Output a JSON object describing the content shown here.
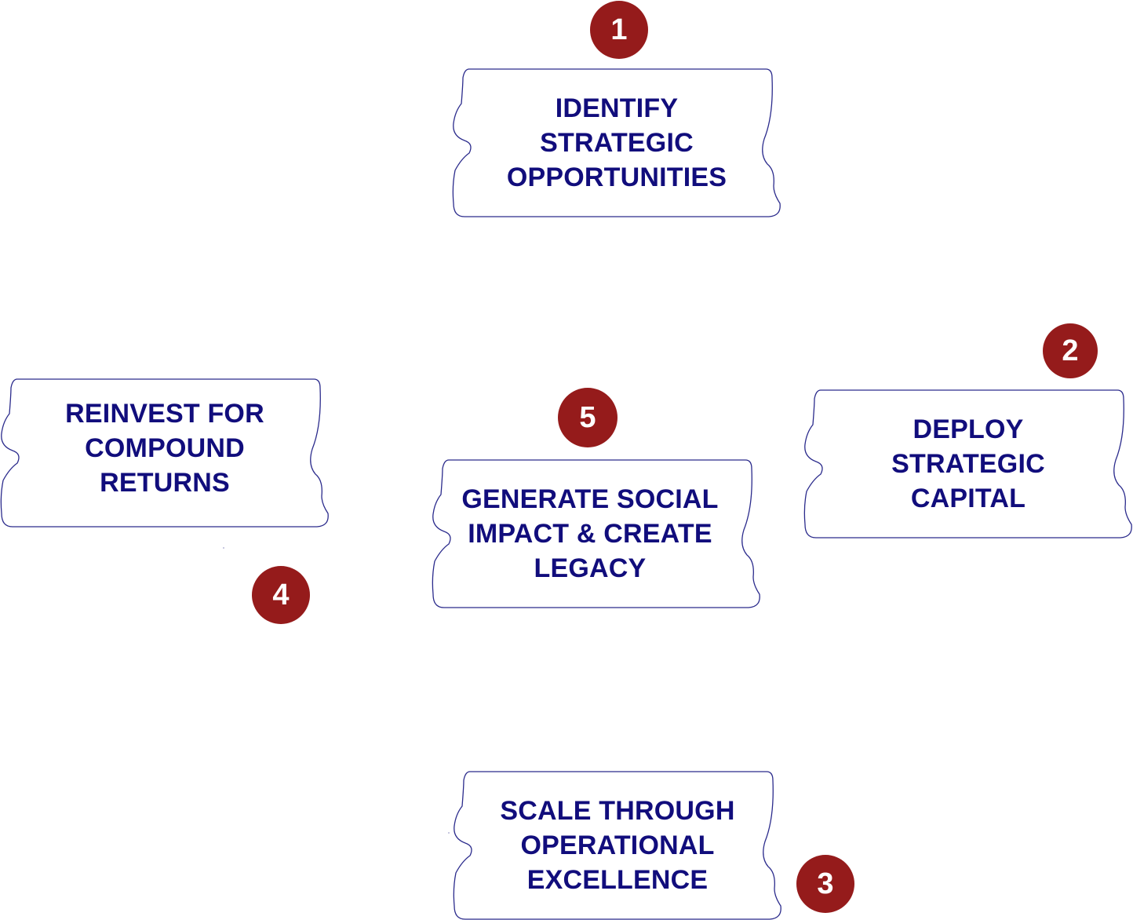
{
  "diagram": {
    "type": "process-cycle",
    "colors": {
      "badge_fill": "#951b1b",
      "badge_text": "#ffffff",
      "card_text": "#110d7c",
      "card_outline": "#2b2b8c",
      "background": "#ffffff"
    },
    "steps": [
      {
        "number": "1",
        "lines": [
          "IDENTIFY",
          "STRATEGIC",
          "OPPORTUNITIES"
        ]
      },
      {
        "number": "2",
        "lines": [
          "DEPLOY",
          "STRATEGIC",
          "CAPITAL"
        ]
      },
      {
        "number": "3",
        "lines": [
          "SCALE THROUGH",
          "OPERATIONAL",
          "EXCELLENCE"
        ]
      },
      {
        "number": "4",
        "lines": [
          "REINVEST FOR",
          "COMPOUND",
          "RETURNS"
        ]
      },
      {
        "number": "5",
        "lines": [
          "GENERATE SOCIAL",
          "IMPACT & CREATE",
          "LEGACY"
        ]
      }
    ]
  }
}
